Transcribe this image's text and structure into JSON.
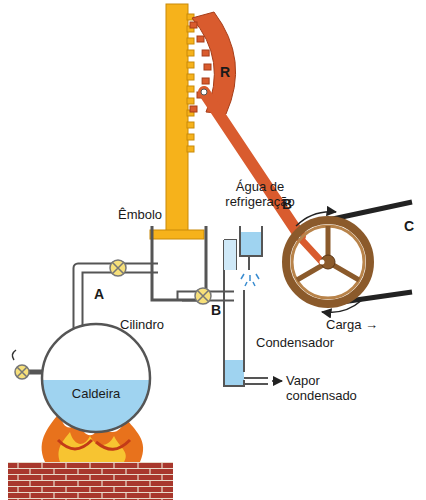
{
  "diagram": {
    "nodes": [
      {
        "text": [
          "Caldeira"
        ]
      }
    ],
    "labels": [
      "R",
      "Água de refrigeração",
      "Êmbolo",
      "A",
      "Cilindro",
      "B",
      "B",
      "C",
      "Carga →",
      "Condensador",
      "Vapor condensado"
    ]
  }
}
